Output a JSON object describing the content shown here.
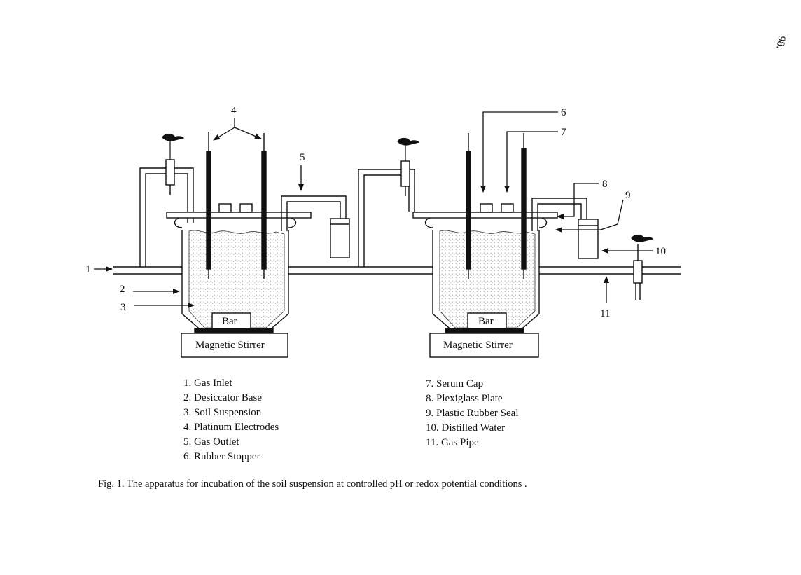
{
  "page_mark": "98.",
  "diagram": {
    "callouts": [
      "1",
      "2",
      "3",
      "4",
      "5",
      "6",
      "7",
      "8",
      "9",
      "10",
      "11"
    ],
    "bar_label": "Bar",
    "stirrer_label": "Magnetic Stirrer"
  },
  "legend_left": [
    "1. Gas Inlet",
    "2. Desiccator Base",
    "3. Soil Suspension",
    "4. Platinum Electrodes",
    "5. Gas Outlet",
    "6. Rubber Stopper"
  ],
  "legend_right": [
    "7. Serum Cap",
    "8. Plexiglass Plate",
    "9. Plastic Rubber Seal",
    "10. Distilled Water",
    "11. Gas Pipe"
  ],
  "caption": "Fig. 1.  The apparatus for incubation of the soil suspension at controlled pH or redox potential conditions ."
}
